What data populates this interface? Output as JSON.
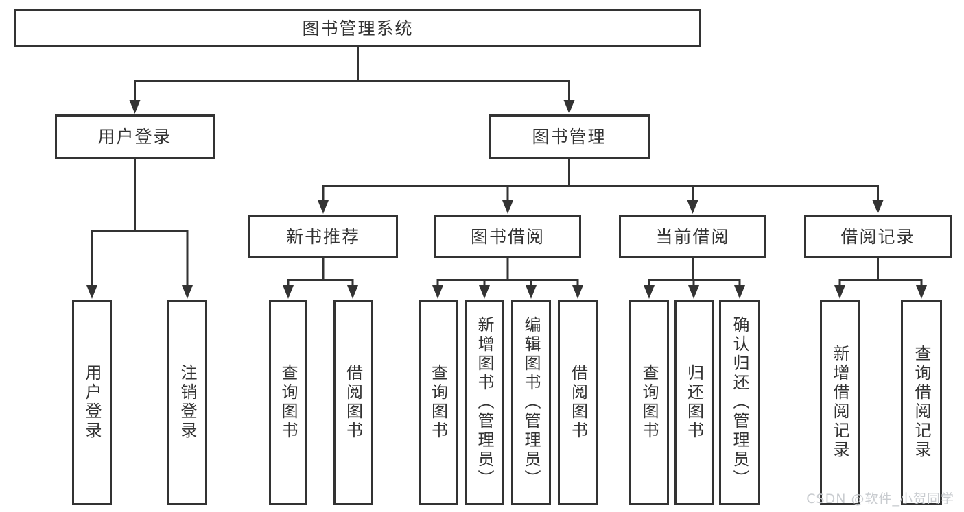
{
  "diagram": {
    "root": {
      "label": "图书管理系统"
    },
    "level2": [
      {
        "label": "用户登录"
      },
      {
        "label": "图书管理"
      }
    ],
    "level3": [
      {
        "label": "新书推荐"
      },
      {
        "label": "图书借阅"
      },
      {
        "label": "当前借阅"
      },
      {
        "label": "借阅记录"
      }
    ],
    "leaves": {
      "user_login": [
        {
          "label": "用户登录"
        },
        {
          "label": "注销登录"
        }
      ],
      "new_book": [
        {
          "label": "查询图书"
        },
        {
          "label": "借阅图书"
        }
      ],
      "borrow": [
        {
          "label": "查询图书"
        },
        {
          "label": "新增图书（管理员）"
        },
        {
          "label": "编辑图书（管理员）"
        },
        {
          "label": "借阅图书"
        }
      ],
      "current": [
        {
          "label": "查询图书"
        },
        {
          "label": "归还图书"
        },
        {
          "label": "确认归还（管理员）"
        }
      ],
      "records": [
        {
          "label": "新增借阅记录"
        },
        {
          "label": "查询借阅记录"
        }
      ]
    },
    "watermark": "CSDN @软件_小贺同学",
    "colors": {
      "line": "#333333",
      "text": "#333333",
      "box_background": "#ffffff",
      "watermark": "#c6c9cd",
      "background": "#ffffff"
    }
  }
}
